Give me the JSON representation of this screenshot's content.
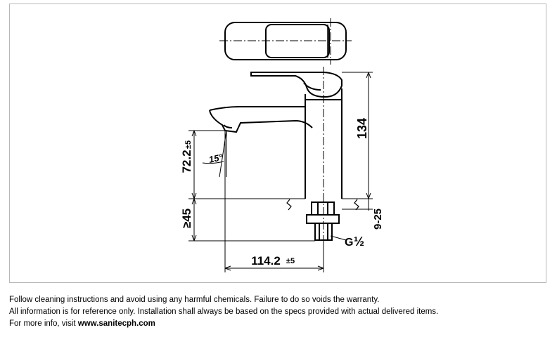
{
  "drawing": {
    "dim_height": "134",
    "dim_spout": "72.2",
    "dim_spout_tol": "±5",
    "dim_angle": "15°",
    "dim_below": "≥45",
    "dim_thread_range": "9-25",
    "dim_reach": "114.2",
    "dim_reach_tol": "±5",
    "thread_label": "G",
    "thread_fraction": "½"
  },
  "notes": {
    "line1": "Follow cleaning instructions and avoid using any harmful chemicals. Failure to do so voids the warranty.",
    "line2": "All information is for reference only. Installation shall always be based on the specs provided with actual delivered items.",
    "line3_prefix": "For more info, visit ",
    "line3_link": "www.sanitecph.com"
  }
}
